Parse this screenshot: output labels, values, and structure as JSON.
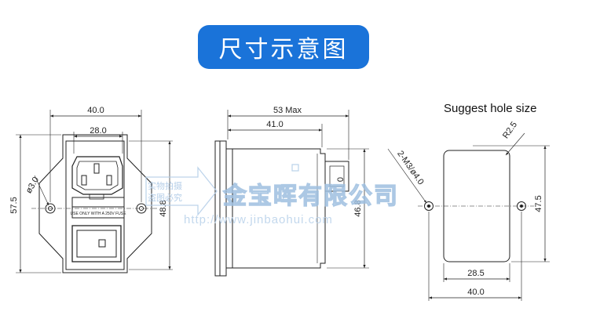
{
  "title": "尺寸示意图",
  "views": {
    "front": {
      "width_outer": "40.0",
      "width_inner": "28.0",
      "height_outer": "57.5",
      "height_inner": "48.8",
      "hole_dia": "ø3.0",
      "fuse_label": "USE ONLY WITH A 250V FUSE"
    },
    "side": {
      "length_max": "53 Max",
      "length_body": "41.0",
      "height": "46.8",
      "terminal_label": "0"
    },
    "hole": {
      "title": "Suggest hole size",
      "screw": "2-M3/ø4.0",
      "radius": "R2.5",
      "height": "47.5",
      "inner_width": "28.5",
      "outer_width": "40.0"
    }
  },
  "watermark": {
    "company": "金宝晖有限公司",
    "url": "http://www.jinbaohui.com",
    "slogan_1": "实物拍摄",
    "slogan_2": "盗图必究"
  },
  "colors": {
    "accent": "#1a73d9",
    "watermark": "#9ebfe0",
    "line": "#222222"
  }
}
